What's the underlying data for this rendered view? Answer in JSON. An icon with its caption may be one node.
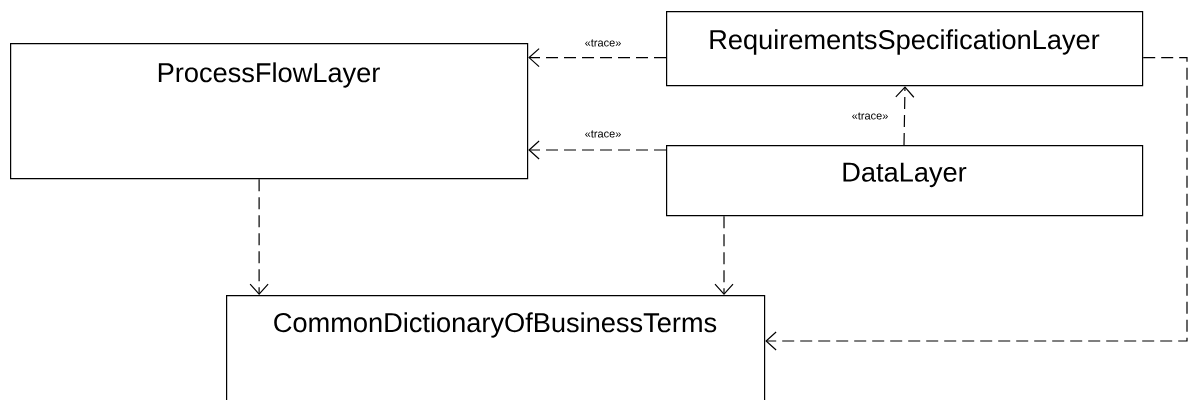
{
  "diagram": {
    "nodes": [
      {
        "text": [
          "ProcessFlowLayer"
        ]
      },
      {
        "text": [
          "RequirementsSpecificationLayer"
        ]
      },
      {
        "text": [
          "DataLayer"
        ]
      },
      {
        "text": [
          "CommonDictionaryOfBusinessTerms"
        ]
      }
    ],
    "edges": [
      {
        "from": 1,
        "to": 0,
        "arrow": "to",
        "label": "«trace»",
        "style": "dashed"
      },
      {
        "from": 2,
        "to": 0,
        "arrow": "to",
        "label": "«trace»",
        "style": "dashed"
      },
      {
        "from": 2,
        "to": 1,
        "arrow": "to",
        "label": "«trace»",
        "style": "dashed"
      },
      {
        "from": 0,
        "to": 3,
        "arrow": "to",
        "style": "dashed"
      },
      {
        "from": 2,
        "to": 3,
        "arrow": "to",
        "style": "dashed"
      },
      {
        "from": 1,
        "to": 3,
        "arrow": "to",
        "style": "dashed"
      }
    ]
  }
}
